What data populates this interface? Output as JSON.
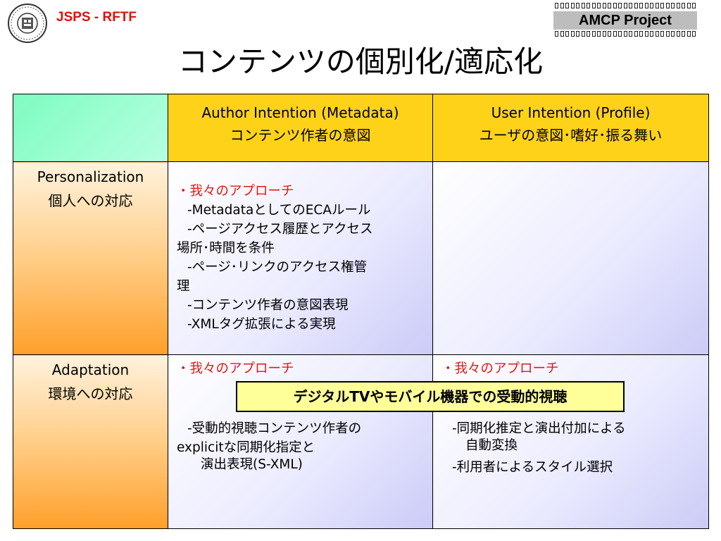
{
  "header": {
    "org_label": "JSPS - RFTF",
    "badge_label": "AMCP Project",
    "title": "コンテンツの個別化/適応化"
  },
  "table": {
    "columns": {
      "author": {
        "line1": "Author Intention (Metadata)",
        "line2": "コンテンツ作者の意図"
      },
      "user": {
        "line1": "User Intention (Profile)",
        "line2": "ユーザの意図･嗜好･振る舞い"
      }
    },
    "rows": {
      "personalization": {
        "label_en": "Personalization",
        "label_ja": "個人への対応",
        "author": {
          "heading": "・我々のアプローチ",
          "items": [
            "-MetadataとしてのECAルール",
            "-ページアクセス履歴とアクセス",
            "場所･時間を条件",
            "-ページ･リンクのアクセス権管",
            "理",
            "-コンテンツ作者の意図表現",
            "-XMLタグ拡張による実現"
          ]
        }
      },
      "adaptation": {
        "label_en": "Adaptation",
        "label_ja": "環境への対応",
        "author": {
          "heading": "・我々のアプローチ",
          "items": [
            "-受動的視聴コンテンツ作者の",
            "explicitな同期化指定と",
            "演出表現(S-XML)"
          ]
        },
        "user": {
          "heading": "・我々のアプローチ",
          "items": [
            "-同期化推定と演出付加による",
            "自動変換",
            "-利用者によるスタイル選択"
          ]
        }
      }
    }
  },
  "callout": "デジタルTVやモバイル機器での受動的視聴",
  "colors": {
    "header_fill": "#ffd21a",
    "corner_fill": "#7ffcc0",
    "row_header_fill": "#ff9f2a",
    "cell_fill": "#cbcbf7",
    "accent_red": "#e21818",
    "callout_fill": "#ffff9a",
    "badge_fill": "#bdbdbd"
  },
  "icons": [
    "university-seal-icon"
  ]
}
